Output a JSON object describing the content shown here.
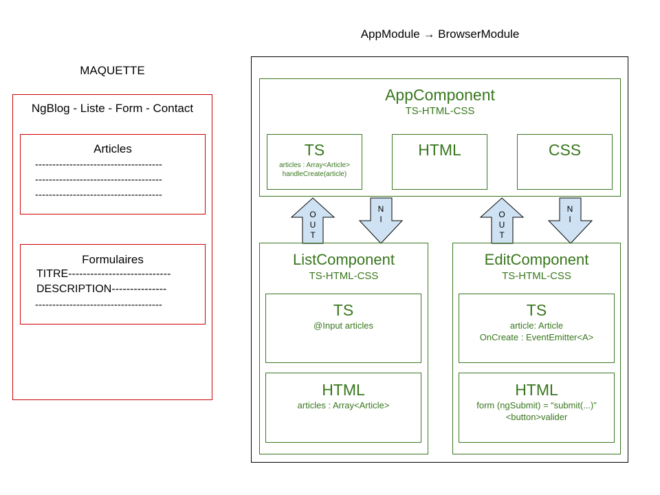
{
  "maquette": {
    "title": "MAQUETTE",
    "nav": "NgBlog - Liste - Form - Contact",
    "articles": {
      "title": "Articles",
      "lines": [
        "-------------------------------------",
        "-------------------------------------",
        "-------------------------------------"
      ]
    },
    "formulaires": {
      "title": "Formulaires",
      "lines": [
        "TITRE----------------------------",
        "DESCRIPTION---------------",
        "-------------------------------------"
      ]
    }
  },
  "module": {
    "title": "AppModule → BrowserModule",
    "app": {
      "name": "AppComponent",
      "subtitle": "TS-HTML-CSS",
      "ts": {
        "label": "TS",
        "lines": [
          "articles : Array<Article>",
          "handleCreate(article)"
        ]
      },
      "html": {
        "label": "HTML"
      },
      "css": {
        "label": "CSS"
      }
    },
    "arrows": [
      {
        "direction": "up",
        "letters": [
          "O",
          "U",
          "T"
        ]
      },
      {
        "direction": "down",
        "letters": [
          "N",
          "I"
        ]
      },
      {
        "direction": "up",
        "letters": [
          "O",
          "U",
          "T"
        ]
      },
      {
        "direction": "down",
        "letters": [
          "N",
          "I"
        ]
      }
    ],
    "list": {
      "name": "ListComponent",
      "subtitle": "TS-HTML-CSS",
      "ts": {
        "label": "TS",
        "lines": [
          "@Input articles"
        ]
      },
      "html": {
        "label": "HTML",
        "lines": [
          "articles : Array<Article>"
        ]
      }
    },
    "edit": {
      "name": "EditComponent",
      "subtitle": "TS-HTML-CSS",
      "ts": {
        "label": "TS",
        "lines": [
          "article: Article",
          "OnCreate : EventEmitter<A>"
        ]
      },
      "html": {
        "label": "HTML",
        "lines": [
          "form (ngSubmit) = “submit(...)”",
          "<button>valider"
        ]
      }
    }
  },
  "colors": {
    "maquette_border": "#cc0000",
    "component": "#38761d",
    "arrow_fill": "#cfe2f3"
  }
}
